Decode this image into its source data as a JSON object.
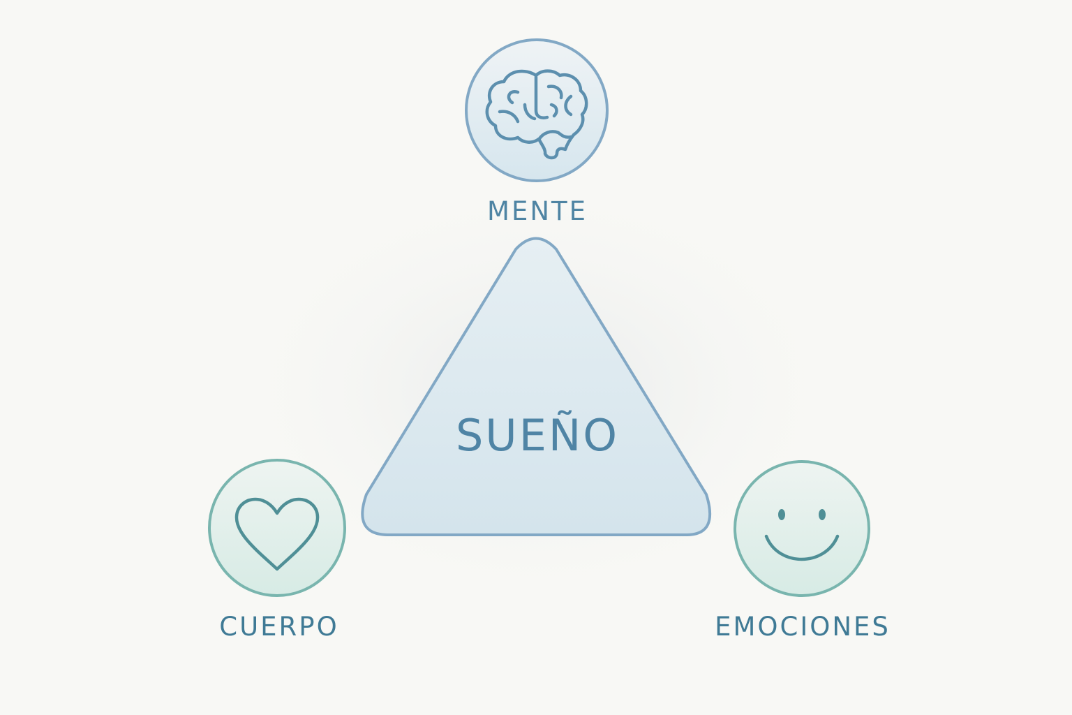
{
  "diagram": {
    "center": {
      "label": "SUEÑO"
    },
    "nodes": [
      {
        "id": "mente",
        "label": "MENTE",
        "icon": "brain-icon"
      },
      {
        "id": "cuerpo",
        "label": "CUERPO",
        "icon": "heart-icon"
      },
      {
        "id": "emociones",
        "label": "EMOCIONES",
        "icon": "smiley-face-icon"
      }
    ]
  },
  "colors": {
    "background": "#f8f8f5",
    "triangle_fill": "#dae7ee",
    "triangle_stroke": "#82a8c5",
    "blue_text": "#4e84a3",
    "teal_stroke": "#79b5ae",
    "circle_fill_blue": "#dde9ef",
    "circle_fill_green": "#dcece8"
  }
}
